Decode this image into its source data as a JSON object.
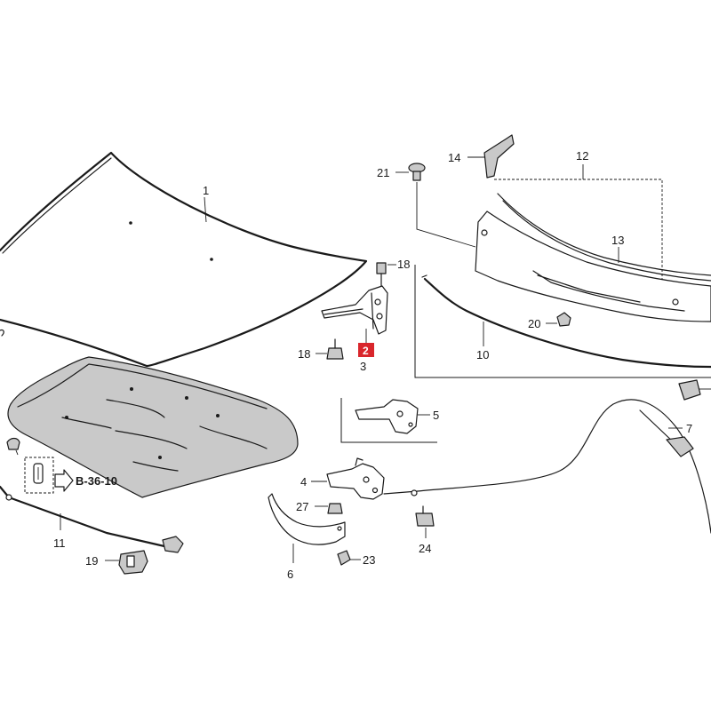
{
  "diagram": {
    "callouts": {
      "c1": "1",
      "c2": "2",
      "c3": "3",
      "c4": "4",
      "c5": "5",
      "c6": "6",
      "c7": "7",
      "c10": "10",
      "c11": "11",
      "c12": "12",
      "c13": "13",
      "c14": "14",
      "c18a": "18",
      "c18b": "18",
      "c19": "19",
      "c20": "20",
      "c21": "21",
      "c23": "23",
      "c24": "24",
      "c27": "27"
    },
    "reference": "B-36-10",
    "highlight": {
      "callout": "2",
      "color": "#d9262c"
    }
  }
}
